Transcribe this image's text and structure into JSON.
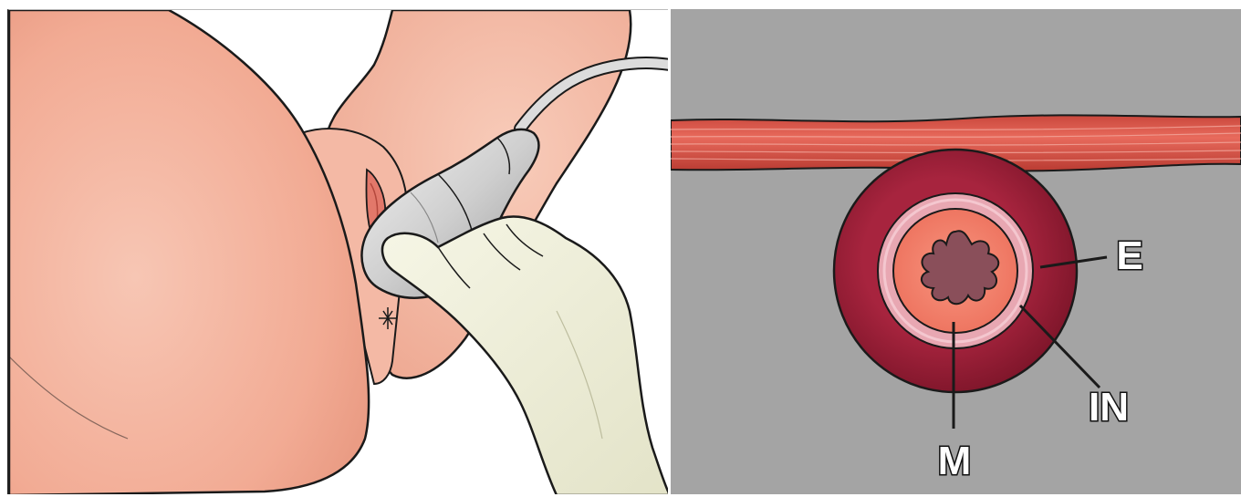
{
  "colors": {
    "skin": "#f5b5a0",
    "skin_outline": "#1a1a1a",
    "glove": "#eeeed8",
    "probe": "#c9c9c9",
    "background_right": "#a4a4a4",
    "muscle": "#d9574a",
    "external_sphincter": "#8e1b33",
    "internal_sphincter": "#e6a2ad",
    "mucosa": "#f07c6a",
    "lumen": "#8a4f5a",
    "label_fill": "#ffffff",
    "label_stroke": "#111111"
  },
  "labels": {
    "external": "E",
    "internal": "IN",
    "mucosa": "M"
  }
}
